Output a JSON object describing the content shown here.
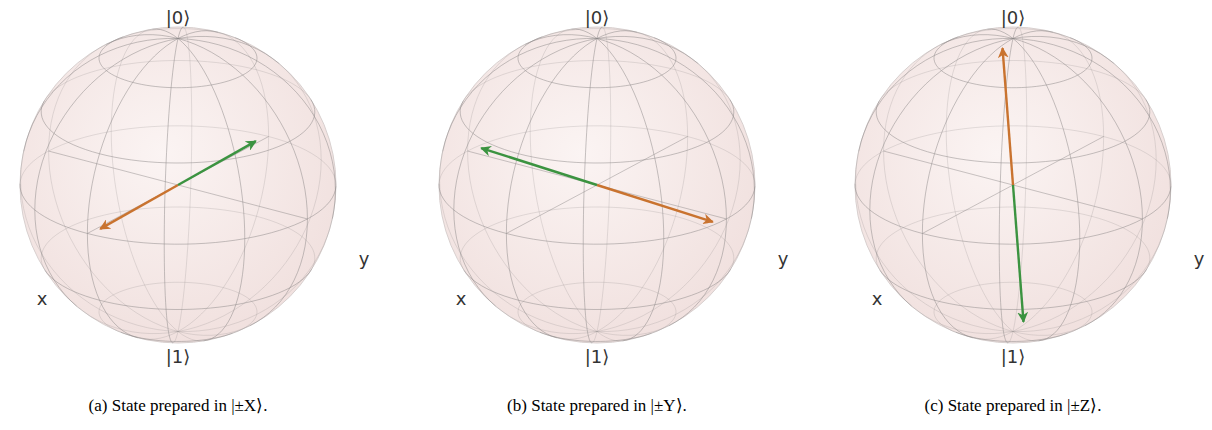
{
  "diagram": {
    "labels": [
      "|0⟩",
      "|1⟩",
      "x",
      "y",
      "(a) State prepared in |±X⟩.",
      "|0⟩",
      "|1⟩",
      "x",
      "y",
      "(b) State prepared in |±Y⟩.",
      "|0⟩",
      "|1⟩",
      "x",
      "y",
      "(c) State prepared in |±Z⟩."
    ]
  }
}
